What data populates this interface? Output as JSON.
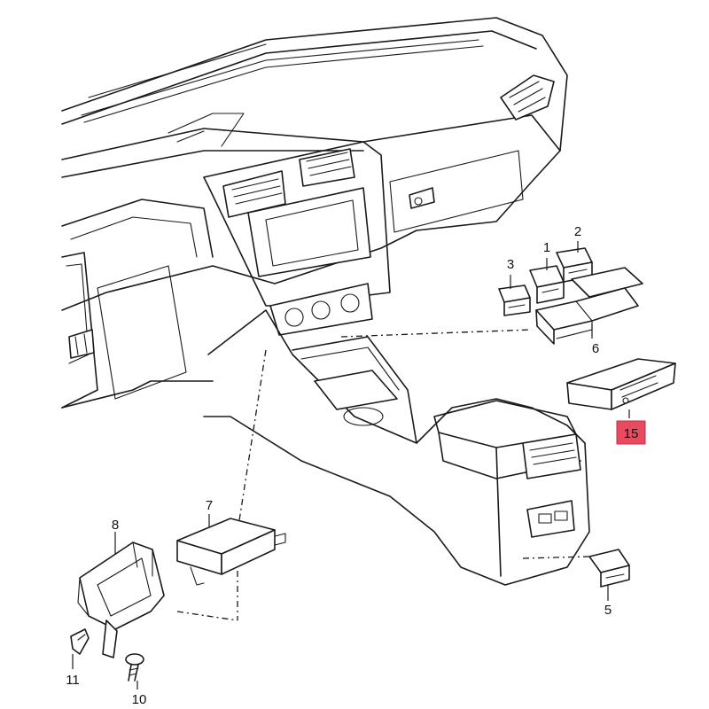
{
  "callouts": [
    {
      "id": "1",
      "label": "1"
    },
    {
      "id": "2",
      "label": "2"
    },
    {
      "id": "3",
      "label": "3"
    },
    {
      "id": "5",
      "label": "5"
    },
    {
      "id": "6",
      "label": "6"
    },
    {
      "id": "7",
      "label": "7"
    },
    {
      "id": "8",
      "label": "8"
    },
    {
      "id": "10",
      "label": "10"
    },
    {
      "id": "11",
      "label": "11"
    },
    {
      "id": "15",
      "label": "15",
      "highlighted": true
    }
  ],
  "colors": {
    "line": "#1a1a1a",
    "highlight": "#e84a5f",
    "background": "#ffffff"
  }
}
